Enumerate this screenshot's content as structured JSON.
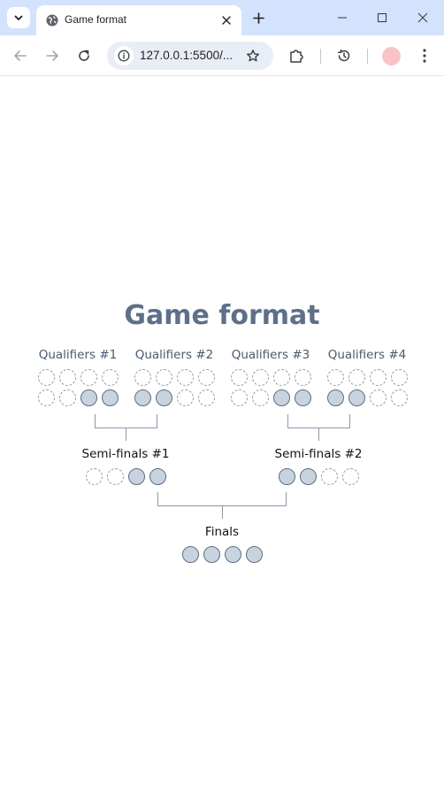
{
  "browser": {
    "tab_title": "Game format",
    "url": "127.0.0.1:5500/...",
    "icons": {
      "tab_search": "chevron-down-icon",
      "favicon": "globe-icon",
      "close_tab": "close-icon",
      "new_tab": "plus-icon",
      "minimize": "minimize-icon",
      "maximize": "maximize-icon",
      "close_window": "close-icon",
      "back": "arrow-left-icon",
      "forward": "arrow-right-icon",
      "reload": "reload-icon",
      "site_info": "info-icon",
      "bookmark": "star-icon",
      "extensions": "puzzle-icon",
      "history": "history-icon",
      "menu": "kebab-icon"
    },
    "colors": {
      "tab_strip": "#d3e3fd",
      "omnibox": "#e9eef6",
      "avatar": "#f9c4c4"
    }
  },
  "page": {
    "title": "Game format",
    "colors": {
      "title": "#5e7089",
      "slot_fill": "#c8d3e0",
      "slot_stroke": "#5f6c80",
      "bracket_line": "#8a99ab"
    },
    "qualifiers": [
      {
        "label": "Qualifiers #1",
        "rows": [
          [
            false,
            false,
            false,
            false
          ],
          [
            false,
            false,
            true,
            true
          ]
        ]
      },
      {
        "label": "Qualifiers #2",
        "rows": [
          [
            false,
            false,
            false,
            false
          ],
          [
            true,
            true,
            false,
            false
          ]
        ]
      },
      {
        "label": "Qualifiers #3",
        "rows": [
          [
            false,
            false,
            false,
            false
          ],
          [
            false,
            false,
            true,
            true
          ]
        ]
      },
      {
        "label": "Qualifiers #4",
        "rows": [
          [
            false,
            false,
            false,
            false
          ],
          [
            true,
            true,
            false,
            false
          ]
        ]
      }
    ],
    "semifinals": [
      {
        "label": "Semi-finals #1",
        "slots": [
          false,
          false,
          true,
          true
        ]
      },
      {
        "label": "Semi-finals #2",
        "slots": [
          true,
          true,
          false,
          false
        ]
      }
    ],
    "finals": {
      "label": "Finals",
      "slots": [
        true,
        true,
        true,
        true
      ]
    }
  }
}
